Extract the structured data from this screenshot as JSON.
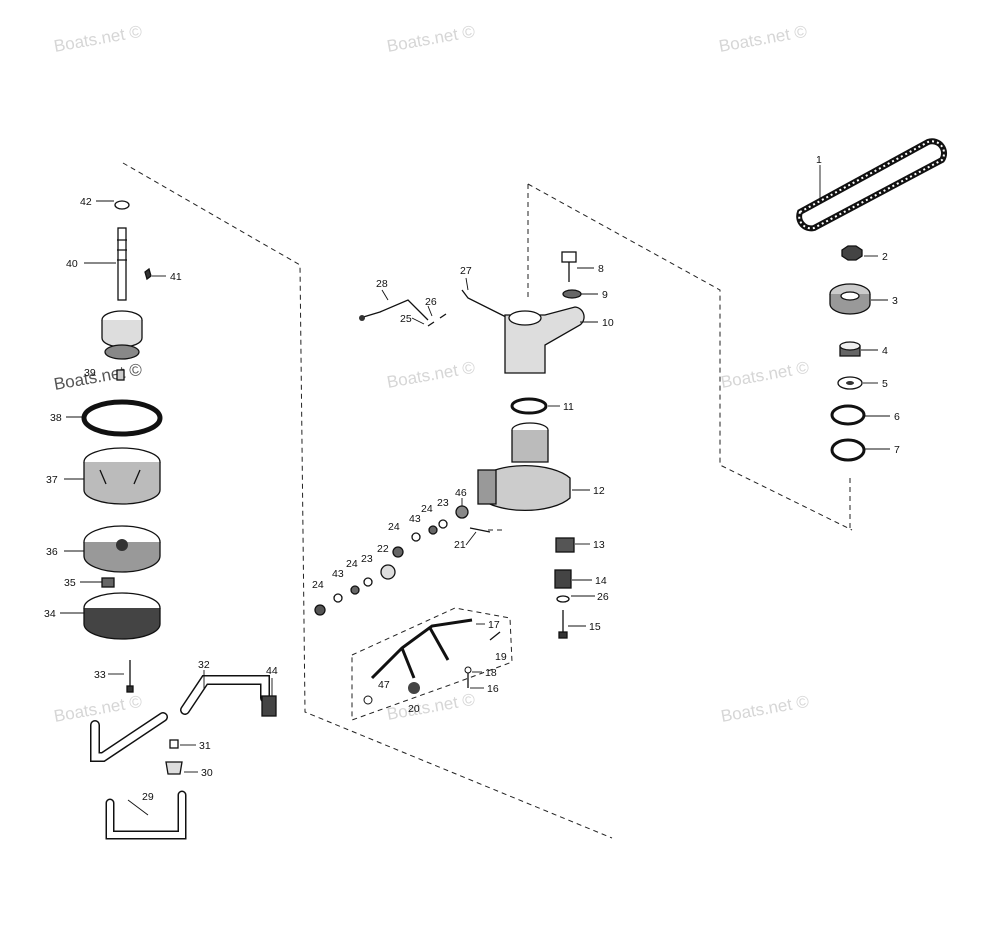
{
  "watermarks": [
    "Boats.net ©",
    "Boats.net ©",
    "Boats.net ©",
    "Boats.net ©",
    "Boats.net ©",
    "Boats.net ©",
    "Boats.net ©",
    "Boats.net ©",
    "Boats.net ©"
  ],
  "callouts": [
    "1",
    "2",
    "3",
    "4",
    "5",
    "6",
    "7",
    "8",
    "9",
    "10",
    "11",
    "12",
    "13",
    "14",
    "15",
    "16",
    "17",
    "18",
    "19",
    "20",
    "21",
    "22",
    "23",
    "23",
    "24",
    "24",
    "24",
    "24",
    "25",
    "26",
    "26",
    "27",
    "28",
    "29",
    "30",
    "31",
    "32",
    "33",
    "34",
    "35",
    "36",
    "37",
    "38",
    "39",
    "40",
    "41",
    "42",
    "43",
    "43",
    "44",
    "46",
    "47"
  ]
}
